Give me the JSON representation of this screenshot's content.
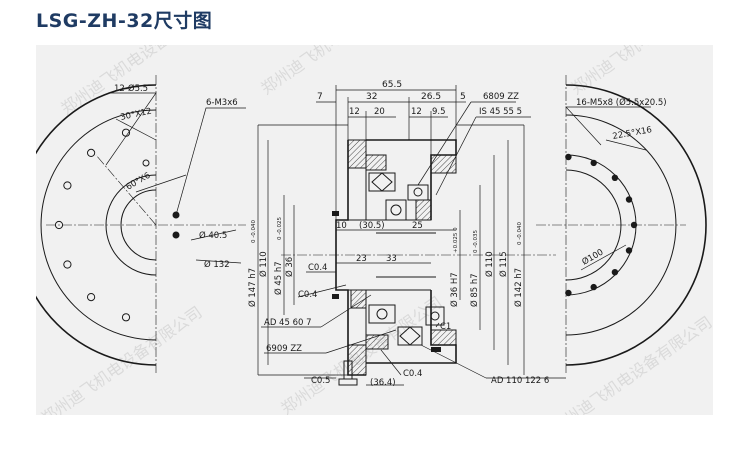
{
  "title": "LSG-ZH-32尺寸图",
  "watermark": "郑州迪飞机电设备有限公司",
  "left_view": {
    "labels": {
      "hole_top": "12-Ø5.5",
      "angle_top": "30°X12",
      "thread": "6-M3x6",
      "angle_mid": "60°X6",
      "dia_inner": "Ø 40.5",
      "dia_outer": "Ø 132"
    }
  },
  "section_view": {
    "top_dims": {
      "overall": "65.5",
      "d7": "7",
      "d32": "32",
      "d26_5": "26.5",
      "d5": "5",
      "d12a": "12",
      "d20": "20",
      "d12b": "12",
      "d9_5": "9.5"
    },
    "callouts": {
      "bearing_top": "6809 ZZ",
      "seal_top": "IS 45 55 5",
      "seal_left": "AD 45 60 7",
      "bearing_bottom": "6909 ZZ",
      "seal_bottom": "AD 110 122 6",
      "c1": "C1",
      "c0_4a": "C0.4",
      "c0_4b": "C0.4",
      "c0_5": "C0.5",
      "c0_4c": "C0.4"
    },
    "inner_dims": {
      "d10": "10",
      "d30_5": "(30.5)",
      "d25": "25",
      "d23": "23",
      "d33": "33",
      "d36_4": "(36.4)"
    },
    "vertical_dims": {
      "d147": "Ø 147  h7",
      "d110": "Ø 110",
      "d45": "Ø 45  h7",
      "d36": "Ø 36",
      "d36b": "Ø 36  H7",
      "d85": "Ø 85  h7",
      "d110b": "Ø 110",
      "d115": "Ø 115",
      "d142": "Ø 142  h7"
    },
    "tolerances": {
      "h7_147": "0 -0.040",
      "h7_45": "0 -0.025",
      "h7_36": "+0.025 0",
      "h7_85": "0 -0.035",
      "h7_142": "0 -0.040"
    }
  },
  "right_view": {
    "labels": {
      "thread": "16-M5x8  (Ø5.5x20.5)",
      "angle": "22.5°X16",
      "dia": "Ø100"
    }
  }
}
